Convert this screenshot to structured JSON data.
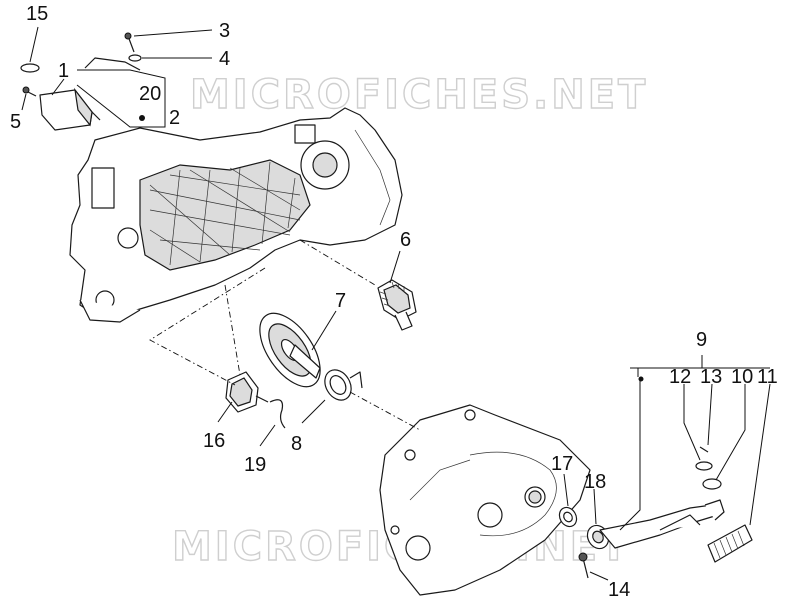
{
  "watermark": {
    "top": "MICROFICHES.NET",
    "bottom": "MICROFICHES.NET"
  },
  "callouts": [
    {
      "id": "c15",
      "label": "15"
    },
    {
      "id": "c1",
      "label": "1"
    },
    {
      "id": "c5",
      "label": "5"
    },
    {
      "id": "c3",
      "label": "3"
    },
    {
      "id": "c4",
      "label": "4"
    },
    {
      "id": "c20",
      "label": "20"
    },
    {
      "id": "c2",
      "label": "2"
    },
    {
      "id": "c6",
      "label": "6"
    },
    {
      "id": "c7",
      "label": "7"
    },
    {
      "id": "c16",
      "label": "16"
    },
    {
      "id": "c19",
      "label": "19"
    },
    {
      "id": "c8",
      "label": "8"
    },
    {
      "id": "c9",
      "label": "9"
    },
    {
      "id": "c12",
      "label": "12"
    },
    {
      "id": "c13",
      "label": "13"
    },
    {
      "id": "c10",
      "label": "10"
    },
    {
      "id": "c11",
      "label": "11"
    },
    {
      "id": "c17",
      "label": "17"
    },
    {
      "id": "c18",
      "label": "18"
    },
    {
      "id": "c14",
      "label": "14"
    }
  ]
}
